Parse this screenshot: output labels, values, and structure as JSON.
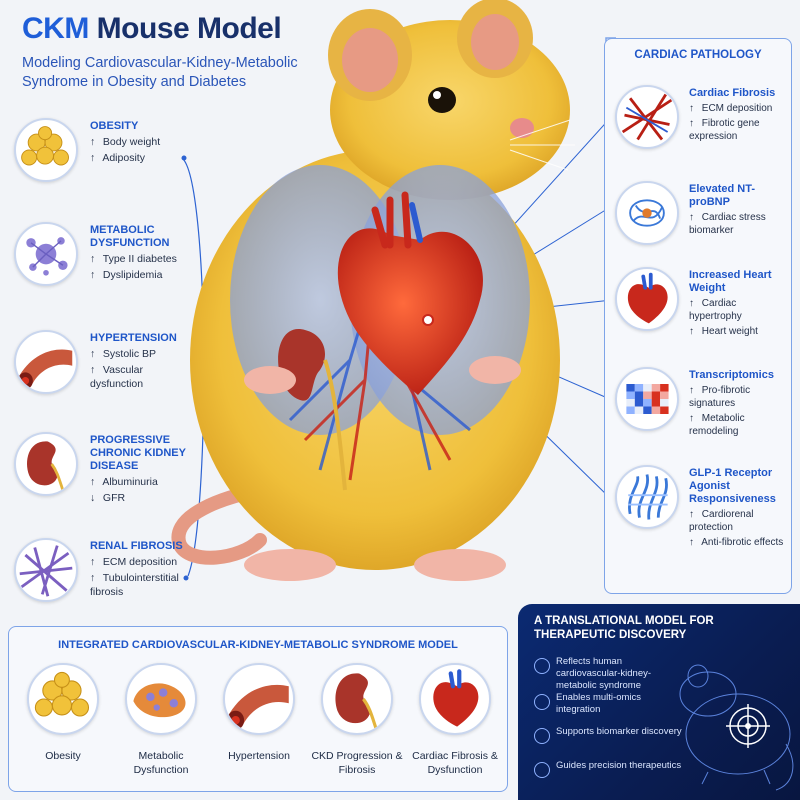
{
  "header": {
    "title_part1": "CKM",
    "title_part2": "Mouse Model",
    "subtitle": "Modeling Cardiovascular-Kidney-Metabolic Syndrome in Obesity and Diabetes"
  },
  "left_items": [
    {
      "title": "OBESITY",
      "lines": [
        [
          "↑",
          "Body weight"
        ],
        [
          "↑",
          "Adiposity"
        ]
      ],
      "icon": "fat-cells-icon"
    },
    {
      "title": "METABOLIC DYSFUNCTION",
      "lines": [
        [
          "↑",
          "Type II diabetes"
        ],
        [
          "↑",
          "Dyslipidemia"
        ]
      ],
      "icon": "molecule-cluster-icon"
    },
    {
      "title": "HYPERTENSION",
      "lines": [
        [
          "↑",
          "Systolic BP"
        ],
        [
          "↑",
          "Vascular dysfunction"
        ]
      ],
      "icon": "artery-icon"
    },
    {
      "title": "PROGRESSIVE CHRONIC KIDNEY DISEASE",
      "lines": [
        [
          "↑",
          "Albuminuria"
        ],
        [
          "↓",
          "GFR"
        ]
      ],
      "icon": "kidney-icon"
    },
    {
      "title": "RENAL FIBROSIS",
      "lines": [
        [
          "↑",
          "ECM deposition"
        ],
        [
          "↑",
          "Tubulointerstitial fibrosis"
        ]
      ],
      "icon": "fibrosis-fibers-icon"
    }
  ],
  "right_panel": {
    "heading": "CARDIAC PATHOLOGY",
    "items": [
      {
        "title": "Cardiac Fibrosis",
        "lines": [
          [
            "↑",
            "ECM deposition"
          ],
          [
            "↑",
            "Fibrotic gene expression"
          ]
        ],
        "icon": "cardiac-fibers-icon"
      },
      {
        "title": "Elevated NT-proBNP",
        "lines": [
          [
            "↑",
            "Cardiac stress biomarker"
          ]
        ],
        "icon": "protein-structure-icon"
      },
      {
        "title": "Increased Heart Weight",
        "lines": [
          [
            "↑",
            "Cardiac hypertrophy"
          ],
          [
            "↑",
            "Heart weight"
          ]
        ],
        "icon": "heart-icon"
      },
      {
        "title": "Transcriptomics",
        "lines": [
          [
            "↑",
            "Pro-fibrotic signatures"
          ],
          [
            "↑",
            "Metabolic remodeling"
          ]
        ],
        "icon": "heatmap-icon"
      },
      {
        "title": "GLP-1 Receptor Agonist Responsiveness",
        "lines": [
          [
            "↑",
            "Cardiorenal protection"
          ],
          [
            "↑",
            "Anti-fibrotic effects"
          ]
        ],
        "icon": "receptor-protein-icon"
      }
    ]
  },
  "bottom_panel": {
    "heading": "INTEGRATED CARDIOVASCULAR-KIDNEY-METABOLIC SYNDROME MODEL",
    "items": [
      {
        "label": "Obesity",
        "icon": "fat-cells-icon"
      },
      {
        "label": "Metabolic Dysfunction",
        "icon": "metabolic-tissue-icon"
      },
      {
        "label": "Hypertension",
        "icon": "artery-icon"
      },
      {
        "label": "CKD Progression & Fibrosis",
        "icon": "kidney-icon"
      },
      {
        "label": "Cardiac Fibrosis & Dysfunction",
        "icon": "heart-icon"
      }
    ]
  },
  "translational_panel": {
    "heading": "A TRANSLATIONAL MODEL FOR THERAPEUTIC DISCOVERY",
    "items": [
      "Reflects human cardiovascular-kidney-metabolic syndrome",
      "Enables multi-omics integration",
      "Supports biomarker discovery",
      "Guides precision therapeutics"
    ]
  },
  "colors": {
    "accent": "#1f56c8",
    "title_blue": "#18306a",
    "mouse_fur": "#f0c23e",
    "heart_red": "#d8311f",
    "panel_dark": "#0b2a72"
  }
}
